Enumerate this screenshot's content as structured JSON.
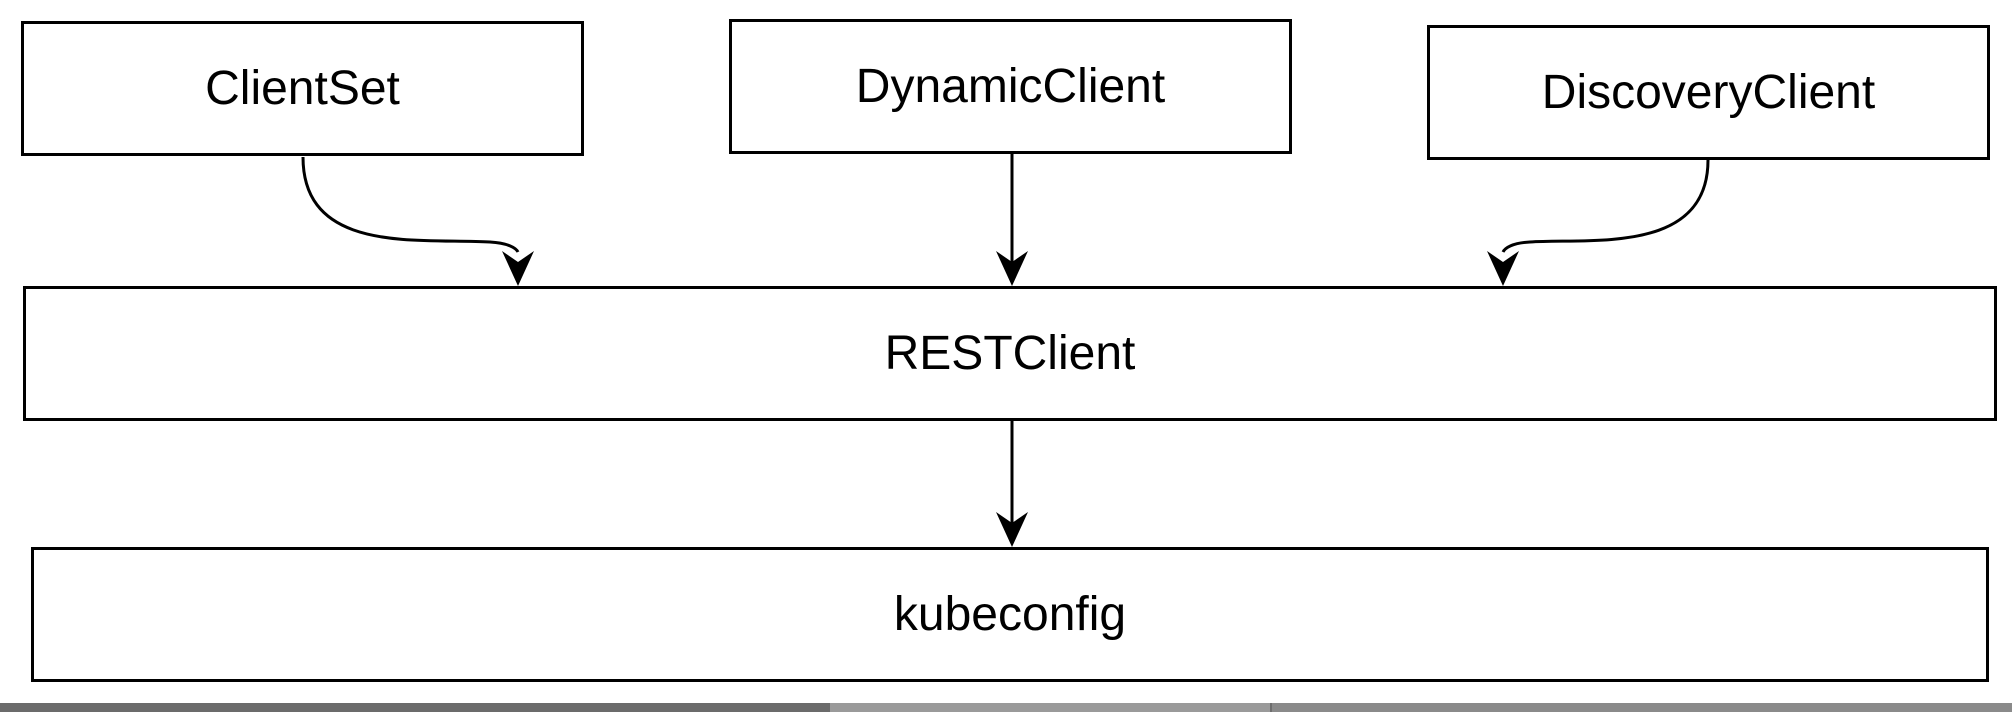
{
  "diagram": {
    "nodes": {
      "clientset": {
        "label": "ClientSet"
      },
      "dynamicclient": {
        "label": "DynamicClient"
      },
      "discoveryclient": {
        "label": "DiscoveryClient"
      },
      "restclient": {
        "label": "RESTClient"
      },
      "kubeconfig": {
        "label": "kubeconfig"
      }
    },
    "edges": [
      {
        "from": "ClientSet",
        "to": "RESTClient"
      },
      {
        "from": "DynamicClient",
        "to": "RESTClient"
      },
      {
        "from": "DiscoveryClient",
        "to": "RESTClient"
      },
      {
        "from": "RESTClient",
        "to": "kubeconfig"
      }
    ],
    "colors": {
      "stroke": "#000000",
      "background": "#ffffff"
    }
  }
}
